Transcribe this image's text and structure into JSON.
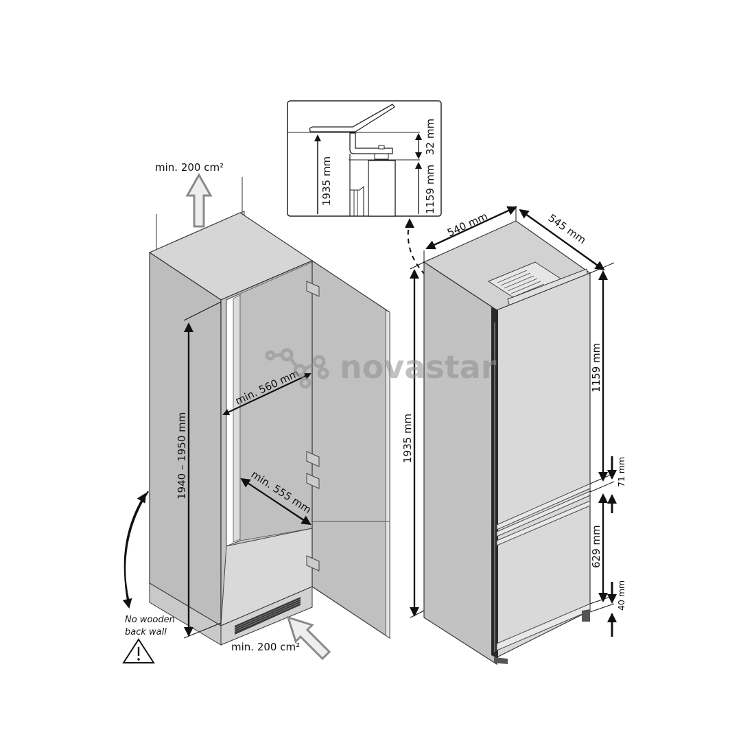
{
  "diagram": {
    "type": "built-in refrigerator installation dimensions",
    "watermark": {
      "text": "novastar",
      "icon": "molecule-network-icon"
    },
    "colors": {
      "background": "#ffffff",
      "cabinet_side": "#bdbdbd",
      "cabinet_top": "#d6d6d6",
      "cabinet_inner": "#c4c4c4",
      "door": "#c0c0c0",
      "fridge_side": "#c2c2c2",
      "fridge_front": "#d9d9d9",
      "fridge_top": "#d2d2d2",
      "arrow_fill": "#eeeeee",
      "arrow_stroke": "#8a8a8a",
      "line": "#111111"
    },
    "cabinet": {
      "top_vent_label": "min. 200 cm²",
      "bottom_vent_label": "min. 200 cm²",
      "height_label": "1940 – 1950 mm",
      "width_label": "min. 560 mm",
      "depth_label": "min. 555 mm",
      "warning": {
        "line1": "No wooden",
        "line2": "back wall",
        "icon": "warning-triangle-icon"
      }
    },
    "detail_inset": {
      "height_label": "1935 mm",
      "gap_label": "32 mm",
      "upper_label": "1159 mm"
    },
    "appliance": {
      "width_label": "540 mm",
      "depth_label": "545 mm",
      "total_height_label": "1935 mm",
      "upper_section_label": "1159 mm",
      "gap_upper_label": "71 mm",
      "lower_section_label": "629 mm",
      "gap_lower_label": "40 mm"
    }
  }
}
